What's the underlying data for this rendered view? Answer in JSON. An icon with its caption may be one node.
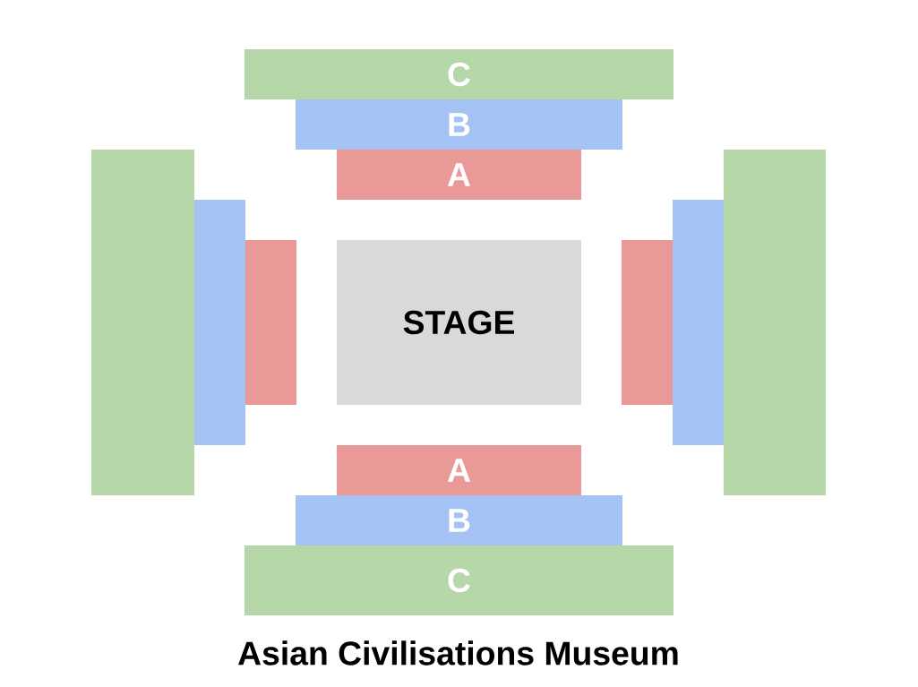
{
  "diagram": {
    "caption": "Asian Civilisations Museum",
    "nodes": [
      {
        "text": [
          "C"
        ]
      },
      {
        "text": [
          "B"
        ]
      },
      {
        "text": [
          "A"
        ]
      },
      {
        "text": [],
        "shape": "box"
      },
      {
        "text": [],
        "shape": "box"
      },
      {
        "text": [],
        "shape": "box"
      },
      {
        "text": [
          "STAGE"
        ]
      },
      {
        "text": [],
        "shape": "box"
      },
      {
        "text": [],
        "shape": "box"
      },
      {
        "text": [],
        "shape": "box"
      },
      {
        "text": [
          "A"
        ]
      },
      {
        "text": [
          "B"
        ]
      },
      {
        "text": [
          "C"
        ]
      }
    ]
  }
}
